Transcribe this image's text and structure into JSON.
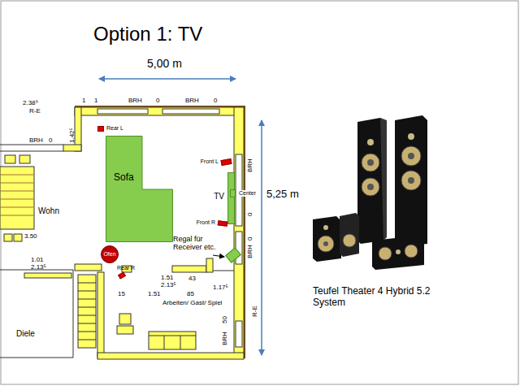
{
  "diagram": {
    "title": "Option 1: TV",
    "nodes": [
      {
        "text": [
          "Sofa"
        ]
      },
      {
        "text": [
          "Rear L"
        ]
      },
      {
        "text": [
          "Front L"
        ]
      },
      {
        "text": [
          "TV"
        ]
      },
      {
        "text": [
          "Center"
        ],
        "in": 3
      },
      {
        "text": [
          "Front R"
        ]
      },
      {
        "text": [
          "Ofen"
        ]
      },
      {
        "text": [
          "Rear R"
        ]
      },
      {
        "text": [
          "Regal für Receiver etc."
        ]
      }
    ],
    "labels": [
      "5,00 m",
      "5,25 m",
      "2.38⁹",
      "R-E",
      "1",
      "1",
      "BRH",
      "0",
      "BRH",
      "0",
      "1.42⁵",
      "BRH",
      "0",
      "BRH",
      "0",
      "0",
      "BRH",
      "Wohn",
      "3.50",
      "1.01",
      "2.13⁵",
      "1.51",
      "2.13⁵",
      "43",
      "15",
      "1.51",
      "85",
      "1.17⁵",
      "Arbeiten/ Gast/ Spiel",
      "50",
      "BRH",
      "R-E",
      "Diele",
      "Teufel Theater 4 Hybrid 5.2 System"
    ]
  }
}
